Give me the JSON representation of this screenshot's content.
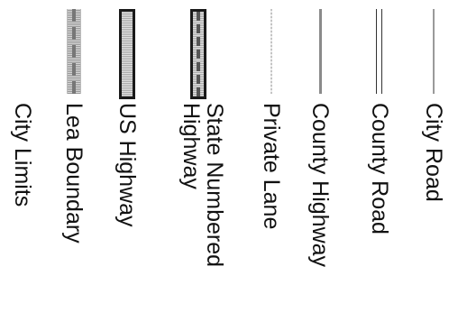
{
  "legend": {
    "items": [
      {
        "label": "City Limits",
        "swatch": "none"
      },
      {
        "label": "Lea Boundary",
        "swatch": "dashed-double-line"
      },
      {
        "label": "US Highway",
        "swatch": "black-outlined-bar"
      },
      {
        "label": "State Numbered Highway",
        "label_lines": [
          "State Numbered",
          "Highway"
        ],
        "swatch": "outlined-dashed-bar"
      },
      {
        "label": "Private Lane",
        "swatch": "faint-dotted-line"
      },
      {
        "label": "County Highway",
        "swatch": "gray-line"
      },
      {
        "label": "County Road",
        "swatch": "double-thin-line"
      },
      {
        "label": "City Road",
        "swatch": "thin-gray-line"
      }
    ]
  }
}
